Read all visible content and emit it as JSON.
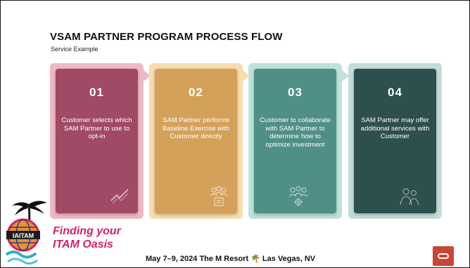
{
  "title": "VSAM PARTNER PROGRAM PROCESS FLOW",
  "subtitle": "Service Example",
  "steps": [
    {
      "number": "01",
      "text": "Customer selects which SAM Partner to use to opt-in",
      "outer": "#eeb9c6",
      "inner": "#a04a66",
      "icon": "handshake-icon"
    },
    {
      "number": "02",
      "text": "SAM Partner performs Baseline Exercise with Customer directly",
      "outer": "#f6ddaf",
      "inner": "#d4a15b",
      "icon": "team-review-icon"
    },
    {
      "number": "03",
      "text": "Customer to collaborate with SAM Partner to determine how to optimize investment",
      "outer": "#bfe2dc",
      "inner": "#4f8f86",
      "icon": "team-gear-icon"
    },
    {
      "number": "04",
      "text": "SAM Partner may offer additional services with Customer",
      "outer": "#c5dcd7",
      "inner": "#2d4f4e",
      "icon": "people-support-icon"
    }
  ],
  "tagline": {
    "line1": "Finding your",
    "line2": "ITAM Oasis"
  },
  "event": "May 7–9, 2024  The M Resort 🌴 Las Vegas, NV",
  "logo": {
    "badge": "IAITAM"
  },
  "colors": {
    "accent": "#d4226a",
    "oracle": "#c74634"
  }
}
